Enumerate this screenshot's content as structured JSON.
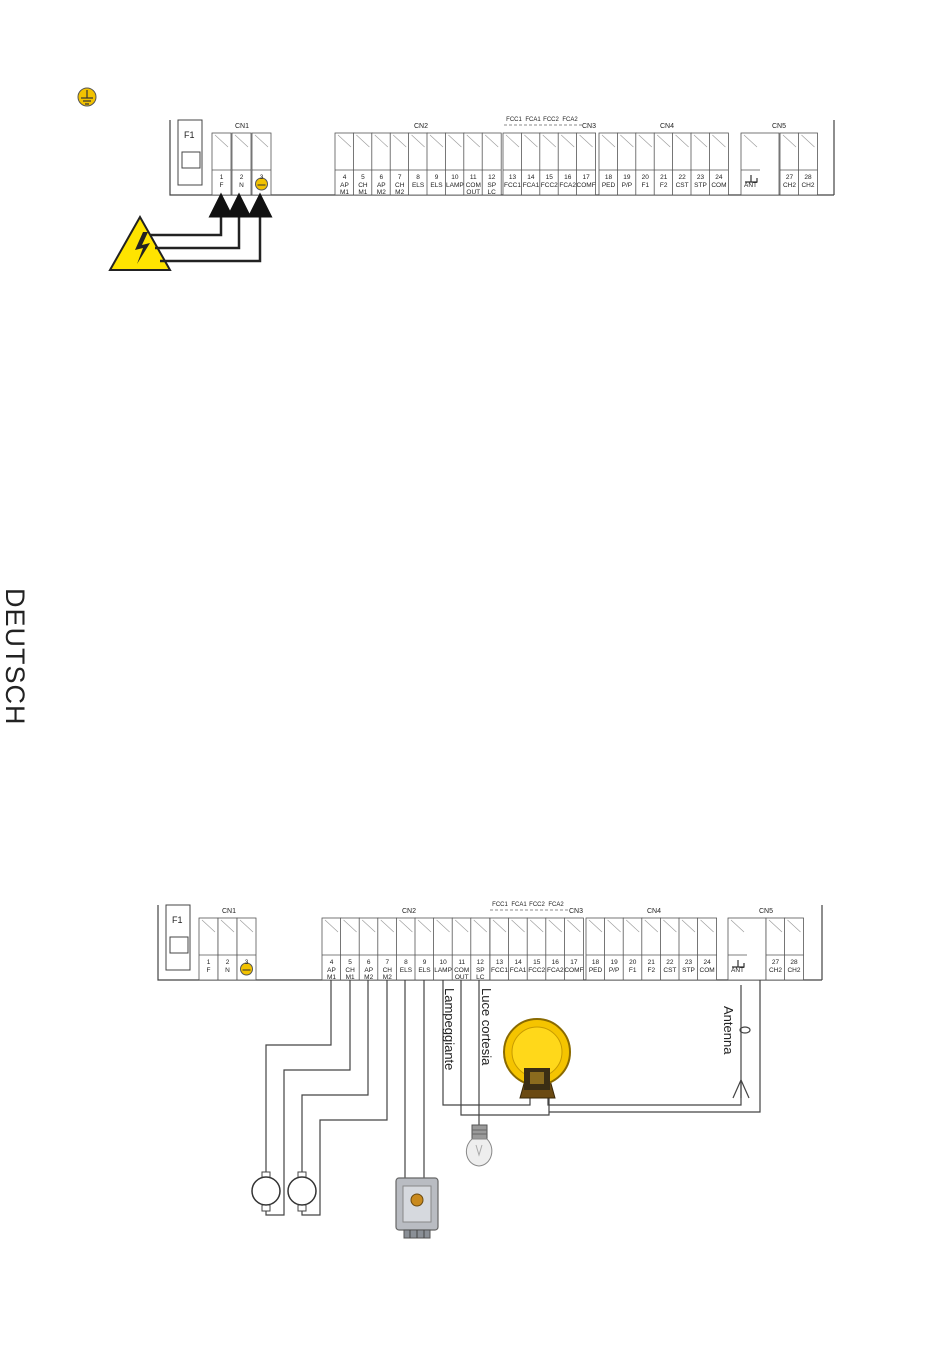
{
  "side_label": "DEUTSCH",
  "board": {
    "fuse_label": "F1",
    "groups": [
      "CN1",
      "CN2",
      "CN3",
      "CN4",
      "CN5"
    ],
    "top_marks": [
      "FCC1",
      "FCA1",
      "FCC2",
      "FCA2"
    ],
    "terminals": [
      {
        "num": "1",
        "name": "F"
      },
      {
        "num": "2",
        "name": "N"
      },
      {
        "num": "3",
        "name": "earth"
      },
      {
        "num": "4",
        "name": "AP M1"
      },
      {
        "num": "5",
        "name": "CH M1"
      },
      {
        "num": "6",
        "name": "AP M2"
      },
      {
        "num": "7",
        "name": "CH M2"
      },
      {
        "num": "8",
        "name": "ELS"
      },
      {
        "num": "9",
        "name": "ELS"
      },
      {
        "num": "10",
        "name": "LAMP"
      },
      {
        "num": "11",
        "name": "COM OUT"
      },
      {
        "num": "12",
        "name": "SP LC"
      },
      {
        "num": "13",
        "name": "FCC1"
      },
      {
        "num": "14",
        "name": "FCA1"
      },
      {
        "num": "15",
        "name": "FCC2"
      },
      {
        "num": "16",
        "name": "FCA2"
      },
      {
        "num": "17",
        "name": "COMF"
      },
      {
        "num": "18",
        "name": "PED"
      },
      {
        "num": "19",
        "name": "P/P"
      },
      {
        "num": "20",
        "name": "F1"
      },
      {
        "num": "21",
        "name": "F2"
      },
      {
        "num": "22",
        "name": "CST"
      },
      {
        "num": "23",
        "name": "STP"
      },
      {
        "num": "24",
        "name": "COM"
      },
      {
        "num": "",
        "name": "ANT"
      },
      {
        "num": "27",
        "name": "CH2"
      },
      {
        "num": "28",
        "name": "CH2"
      }
    ]
  },
  "labels": {
    "lampeggiante": "Lampeggiante",
    "luce_cortesia": "Luce cortesia",
    "antenna": "Antenna"
  },
  "colors": {
    "line": "#444444",
    "earth_yellow": "#f2c200",
    "warning_yellow": "#ffe400",
    "lamp_yellow": "#f5c400"
  }
}
